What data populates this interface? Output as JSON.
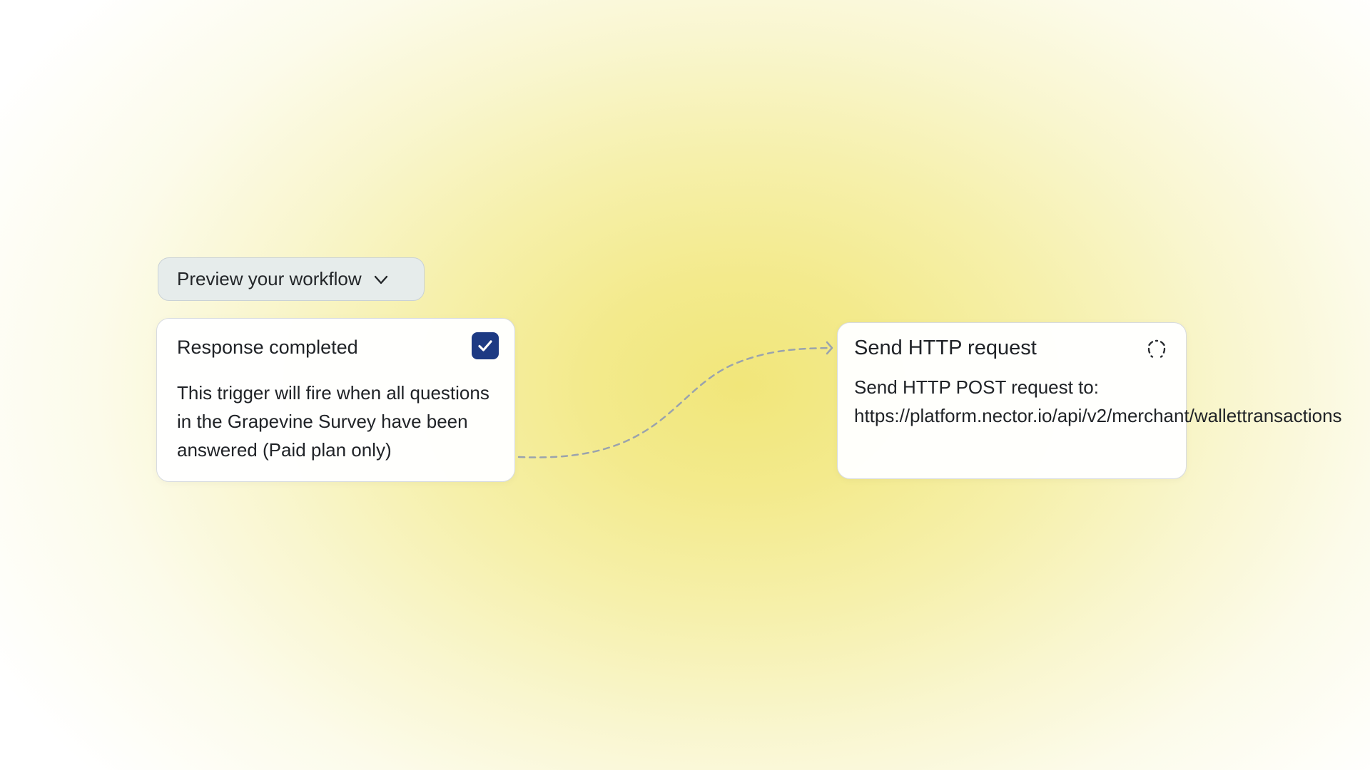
{
  "workflow_dropdown": {
    "label": "Preview your workflow",
    "icon": "chevron-down-icon"
  },
  "trigger_card": {
    "title": "Response completed",
    "checked": true,
    "description": "This trigger will fire when all questions in the Grapevine Survey have been answered (Paid plan only)",
    "icon": "checkbox-checked-icon"
  },
  "action_card": {
    "title": "Send HTTP request",
    "description": "Send HTTP POST request to: https://platform.nector.io/api/v2/merchant/wallettransactions",
    "icon": "loading-spinner-icon"
  },
  "colors": {
    "accent": "#1d3a83",
    "background_center": "#f1e67a",
    "connector": "#9aa3ad"
  }
}
